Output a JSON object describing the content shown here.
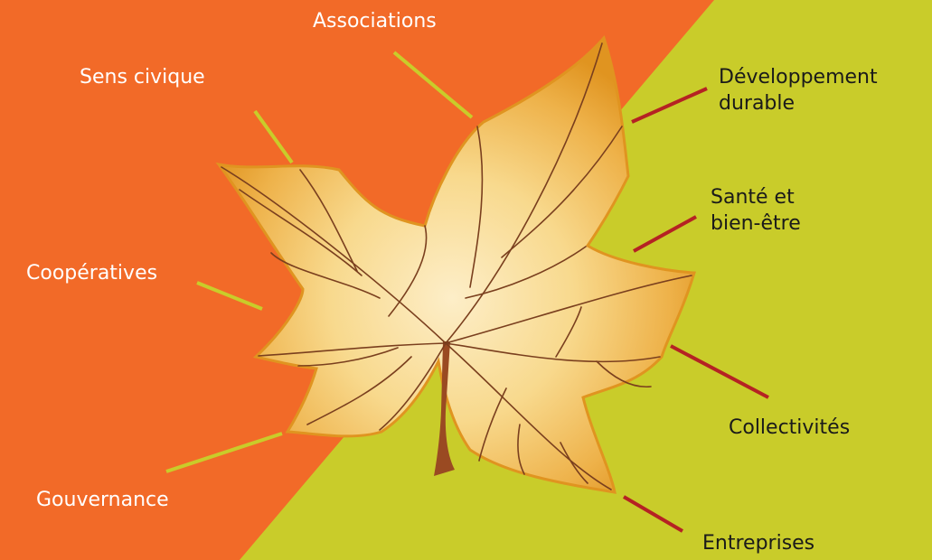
{
  "colors": {
    "left_background": "#f26a28",
    "right_background": "#c9cc2a",
    "left_connector": "#c9cc2a",
    "right_connector": "#b52223",
    "leaf_edge": "#e09420",
    "leaf_center": "#fbe3b0",
    "leaf_vein": "#7a3f1e",
    "stem": "#9a4a22"
  },
  "labels": {
    "associations": "Associations",
    "sens_civique": "Sens civique",
    "cooperatives": "Coopératives",
    "gouvernance": "Gouvernance",
    "developpement_line1": "Développement",
    "developpement_line2": "durable",
    "sante_line1": "Santé et",
    "sante_line2": "bien-être",
    "collectivites": "Collectivités",
    "entreprises": "Entreprises"
  }
}
